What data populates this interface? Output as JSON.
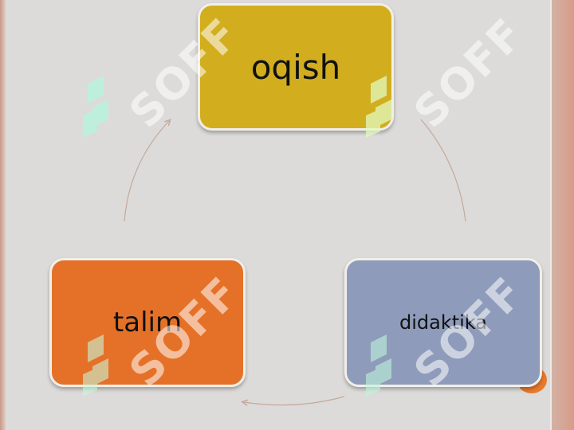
{
  "diagram": {
    "nodes": [
      {
        "id": "oqish",
        "label": "oqish",
        "color": "#d2ae1f"
      },
      {
        "id": "didaktika",
        "label": "didaktika",
        "color": "#8e9bba"
      },
      {
        "id": "talim",
        "label": "talim",
        "color": "#e57128"
      }
    ],
    "layout": "cycle",
    "connector_color": "#c4a99c"
  },
  "watermark": {
    "text": "SOFF",
    "color": "#ffffff"
  }
}
